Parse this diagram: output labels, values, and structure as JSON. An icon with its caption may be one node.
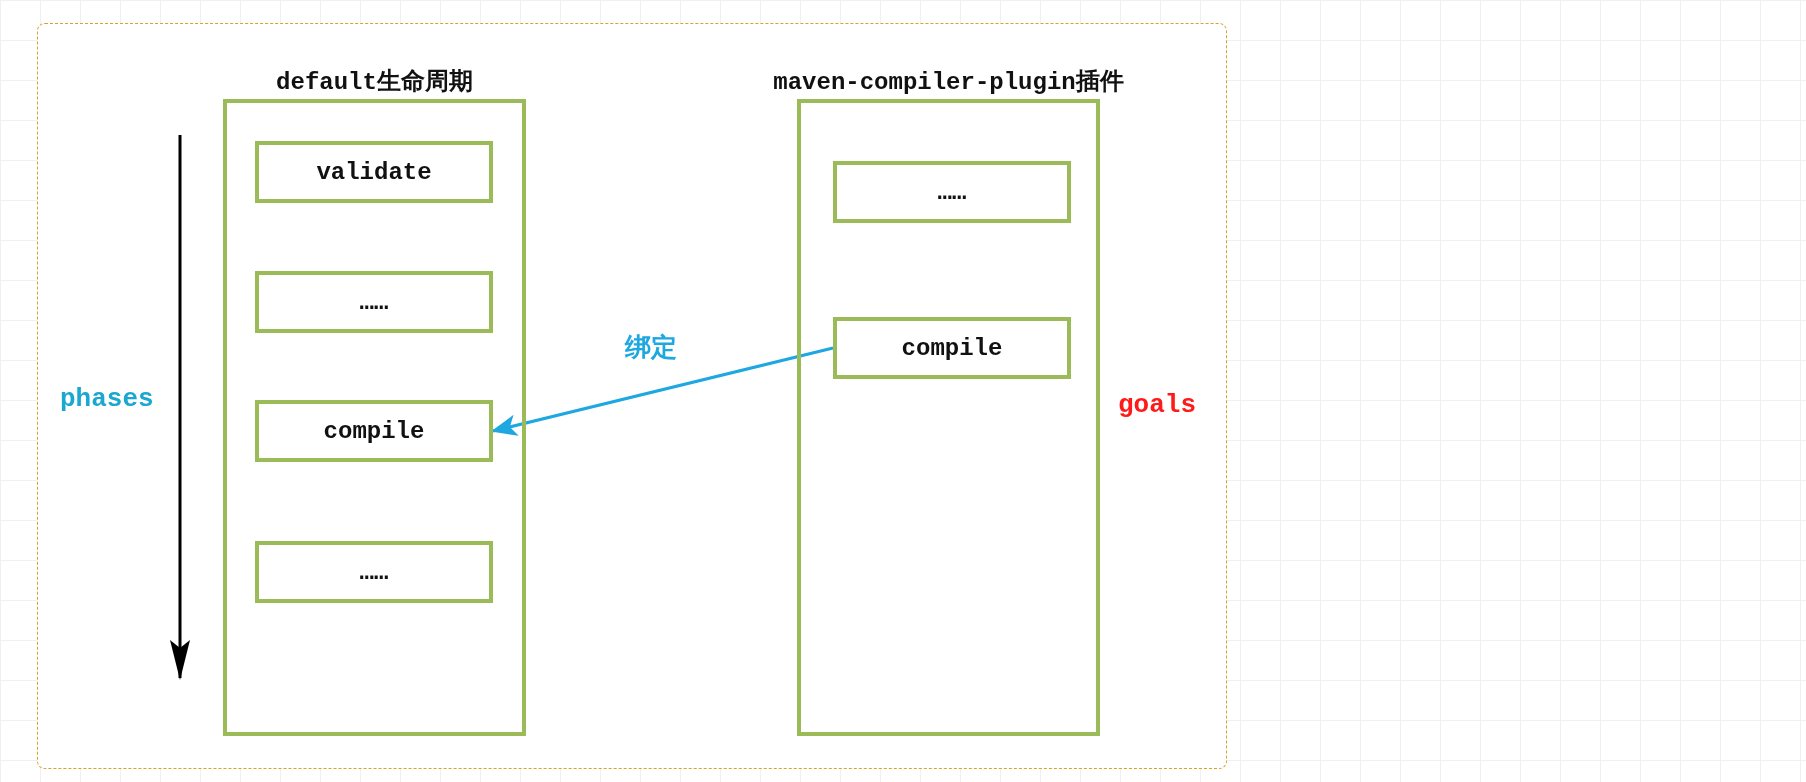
{
  "diagram": {
    "nodes": [
      {
        "text": [
          "default生命周期"
        ]
      },
      {
        "text": [
          "validate"
        ],
        "in": 0
      },
      {
        "text": [
          "……"
        ],
        "in": 0
      },
      {
        "text": [
          "compile"
        ],
        "in": 0
      },
      {
        "text": [
          "……"
        ],
        "in": 0
      },
      {
        "text": [
          "maven-compiler-plugin插件"
        ]
      },
      {
        "text": [
          "……"
        ],
        "in": 5
      },
      {
        "text": [
          "compile"
        ],
        "in": 5
      }
    ],
    "edges": [
      {
        "from": 7,
        "to": 3,
        "arrow": "to",
        "label": "绑定"
      }
    ],
    "labels": [
      "phases",
      "goals"
    ]
  }
}
